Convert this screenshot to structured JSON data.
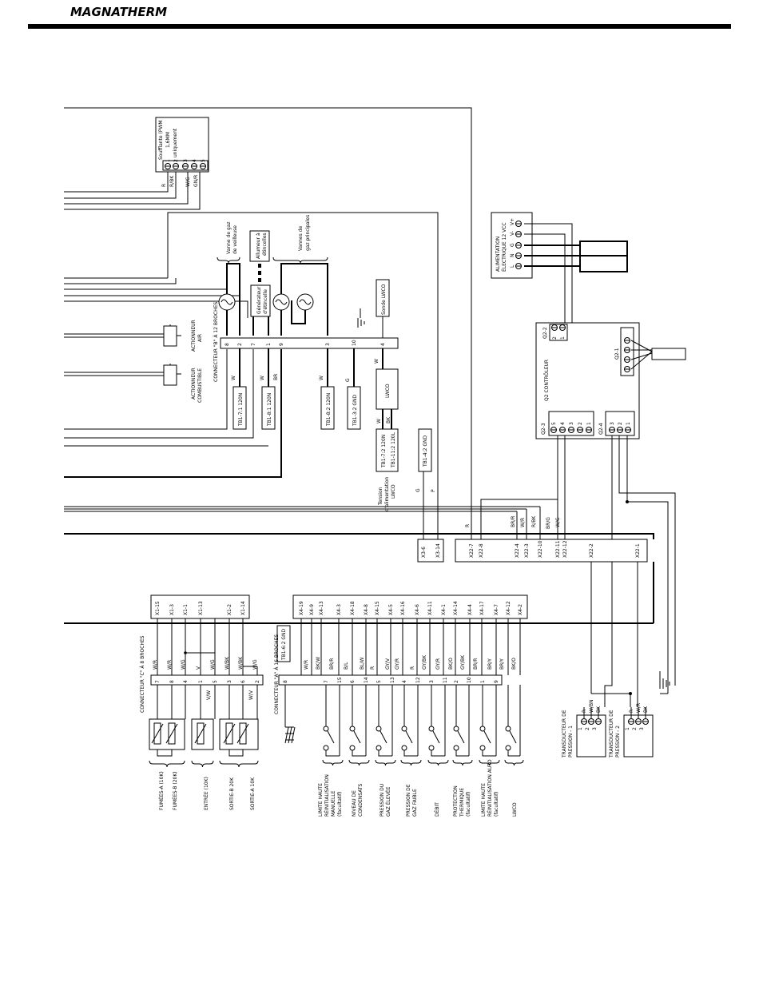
{
  "header": {
    "brand": "MAGNATHERM"
  },
  "blower": {
    "label": [
      "Soufflante (PWM",
      "1,6MM",
      "uniquement"
    ],
    "pins": [
      "1",
      "2",
      "3",
      "4",
      "5"
    ],
    "wires": [
      "R",
      "R/BK",
      "W/G",
      "GN/R"
    ]
  },
  "conn_b": {
    "title": "CONNECTEUR \"B\" À 12 BROCHES",
    "pins": [
      "8",
      "2",
      "7",
      "1",
      "9",
      "3",
      "10",
      "4"
    ],
    "wires": [
      "W",
      "W",
      "BR",
      "W",
      "G",
      "W"
    ],
    "terminals": [
      "TB1-7:1 120N",
      "TB1-8:1 120N",
      "TB1-8:2 120N",
      "TB1-3:2 GND"
    ]
  },
  "gas": {
    "pilot_valve": [
      "Vanne de gaz",
      "de veilleuse"
    ],
    "main_valves": [
      "Vannes de",
      "gaz principales"
    ],
    "igniter": [
      "Allumeur à",
      "étincelles"
    ],
    "generator": [
      "Générateur",
      "d'étincelle"
    ],
    "lwco_probe": "Sonde LWCO"
  },
  "actuators": {
    "air": [
      "ACTIONNEUR",
      "AIR"
    ],
    "fuel": [
      "ACTIONNEUR",
      "COMBUSTIBLE"
    ]
  },
  "lwco": {
    "label": "LWCO",
    "wires": [
      "W",
      "BK"
    ],
    "terminals": [
      "TB1-7:2 120N",
      "TB1-11:2 120L"
    ],
    "gnd_terminal": "TB1-4:2 GND",
    "supply": [
      "Tension",
      "d'alimentation",
      "LWCO"
    ],
    "wire_gp": [
      "G",
      "P"
    ]
  },
  "power": {
    "title": [
      "ALIMENTATION",
      "ÉLECTRIQUE 12 VCC"
    ],
    "pins_top": [
      "L",
      "N",
      "G",
      "V-",
      "V+"
    ]
  },
  "controller": {
    "title": "Q2 CONTRÔLEUR",
    "labels": [
      "Q2-2",
      "Q2-1",
      "Q2-3",
      "Q2-4"
    ],
    "q22_pins": [
      "2",
      "1"
    ],
    "q23_pins": [
      "5",
      "4",
      "3",
      "2",
      "1"
    ],
    "q24_pins": [
      "3",
      "2",
      "1"
    ]
  },
  "bus_wires": {
    "upper": [
      "BR/R",
      "W/R",
      "R/BK",
      "BR/G",
      "W/G"
    ],
    "r_wire": "R"
  },
  "x_terms": {
    "x3": [
      "X3-6",
      "X3-14"
    ],
    "x22": [
      "X22-7",
      "X22-8",
      "X22-4",
      "X22-3",
      "X22-10",
      "X22-11",
      "X22-12",
      "X22-2",
      "X22-1"
    ]
  },
  "conn_c": {
    "title": "CONNECTEUR \"C\" À 8 BROCHES",
    "x1": [
      "X1-15",
      "X1-3",
      "X1-1",
      "X1-13",
      "X1-2",
      "X1-14"
    ],
    "wires_top": [
      "W/R",
      "W/R",
      "W/G",
      "V",
      "W/G",
      "W/BK",
      "W/BK",
      "W/G"
    ],
    "pins": [
      "7",
      "8",
      "4",
      "1",
      "5",
      "3",
      "6",
      "2"
    ],
    "wires_bottom": [
      "V/W",
      "W/V"
    ],
    "sensors": [
      "FUMÉES-A (10K)",
      "FUMÉES-B (20K)",
      "ENTRÉE (10K)",
      "SORTIE-B 20K",
      "SORTIE-A 10K"
    ]
  },
  "conn_a": {
    "title": "CONNECTEUR \"A\" À 16 BROCHES",
    "gnd": "TB1-6:2 GND",
    "x4": [
      "X4-19",
      "X4-9",
      "X4-13",
      "X4-3",
      "X4-18",
      "X4-8",
      "X4-15",
      "X4-5",
      "X4-16",
      "X4-6",
      "X4-11",
      "X4-1",
      "X4-14",
      "X4-4",
      "X4-17",
      "X4-7",
      "X4-12",
      "X4-2"
    ],
    "wires": [
      "W/R",
      "BK/W",
      "BR/R",
      "B/L",
      "BL/W",
      "R",
      "GY/V",
      "GY/R",
      "R",
      "GY/BK",
      "GY/R",
      "BK/O",
      "GY/BK",
      "BR/R",
      "BR/Y",
      "BR/Y",
      "BK/O"
    ],
    "pins": [
      "8",
      "7",
      "15",
      "6",
      "14",
      "5",
      "13",
      "4",
      "12",
      "3",
      "11",
      "2",
      "10",
      "1",
      "9"
    ],
    "switches": [
      [
        "LIMITE HAUTE",
        "RÉINITIALISATION",
        "MANUELLE",
        "(facultatif)"
      ],
      [
        "NIVEAU DE",
        "CONDENSATS"
      ],
      [
        "PRESSION DU",
        "GAZ ÉLEVÉE"
      ],
      [
        "PRESSION DE",
        "GAZ FAIBLE"
      ],
      [
        "DÉBIT"
      ],
      [
        "PROTECTION",
        "THERMIQUE",
        "(facultatif)"
      ],
      [
        "LIMITE HAUTE",
        "RÉINITIALISATION AUTO",
        "(facultatif)"
      ],
      [
        "LWCO"
      ]
    ]
  },
  "transducers": [
    {
      "title": [
        "TRANSDUCTEUR DE",
        "PRESSION - 1"
      ],
      "wires": [
        "R",
        "W/BN",
        "BK"
      ],
      "pins": [
        "1",
        "2",
        "3"
      ]
    },
    {
      "title": [
        "TRANSDUCTEUR DE",
        "PRESSION - 2"
      ],
      "wires": [
        "R",
        "W/R",
        "BK"
      ],
      "pins": [
        "1",
        "2",
        "3"
      ]
    }
  ]
}
